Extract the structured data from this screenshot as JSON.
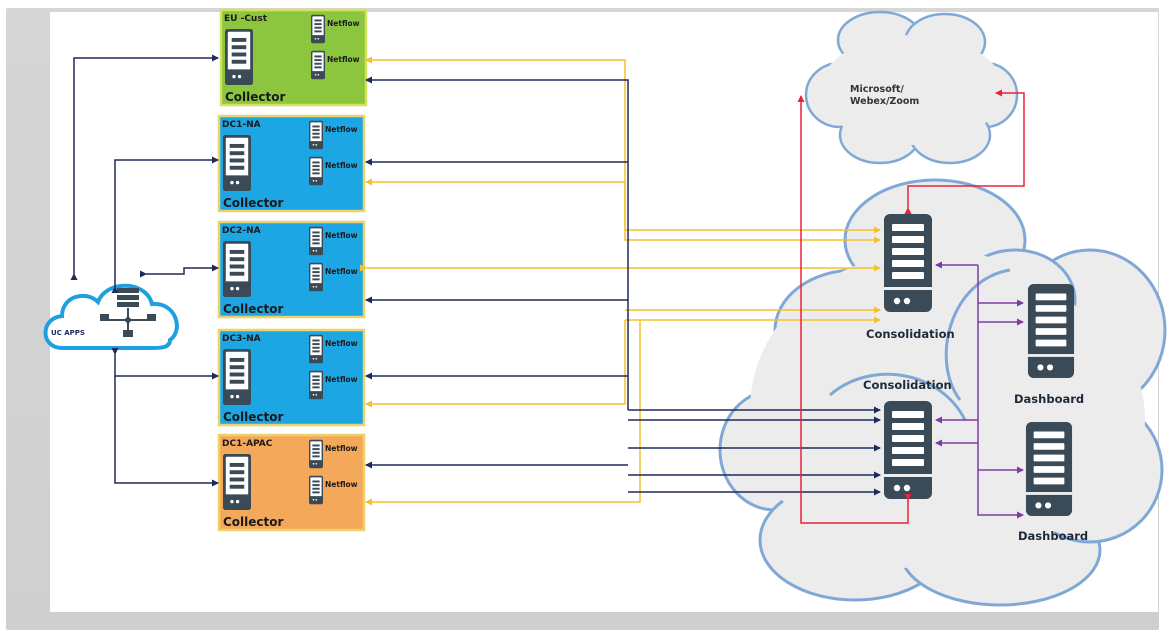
{
  "collectors": [
    {
      "site": "EU -Cust",
      "label": "Collector",
      "netflow": [
        "Netflow",
        "Netflow"
      ],
      "fill": "#8cc63f",
      "border": "#d4e15a"
    },
    {
      "site": "DC1-NA",
      "label": "Collector",
      "netflow": [
        "Netflow",
        "Netflow"
      ],
      "fill": "#1ca6e3",
      "border": "#ecd26a"
    },
    {
      "site": "DC2-NA",
      "label": "Collector",
      "netflow": [
        "Netflow",
        "Netflow"
      ],
      "fill": "#1ca6e3",
      "border": "#ecd26a"
    },
    {
      "site": "DC3-NA",
      "label": "Collector",
      "netflow": [
        "Netflow",
        "Netflow"
      ],
      "fill": "#1ca6e3",
      "border": "#ecd26a"
    },
    {
      "site": "DC1-APAC",
      "label": "Collector",
      "netflow": [
        "Netflow",
        "Netflow"
      ],
      "fill": "#f4a85a",
      "border": "#ecd26a"
    }
  ],
  "uc_apps": {
    "label": "UC APPS"
  },
  "saas_cloud": {
    "line1": "Microsoft/",
    "line2": "Webex/Zoom"
  },
  "consolidation": [
    {
      "label": "Consolidation"
    },
    {
      "label": "Consolidation"
    }
  ],
  "dashboards": [
    {
      "label": "Dashboard"
    },
    {
      "label": "Dashboard"
    }
  ],
  "colors": {
    "yellow_link": "#f2c230",
    "navy_link": "#1e2a5a",
    "red_link": "#e8233a",
    "purple_link": "#7e3aa6",
    "cloud_stroke": "#7fa8d6",
    "cloud_fill": "#ececec",
    "server_dark": "#3b4a57"
  },
  "icons": {
    "server": "server-icon",
    "netflow_server": "netflow-server-icon",
    "uc_cloud": "uc-apps-cloud-icon",
    "saas_cloud": "saas-cloud-icon"
  }
}
